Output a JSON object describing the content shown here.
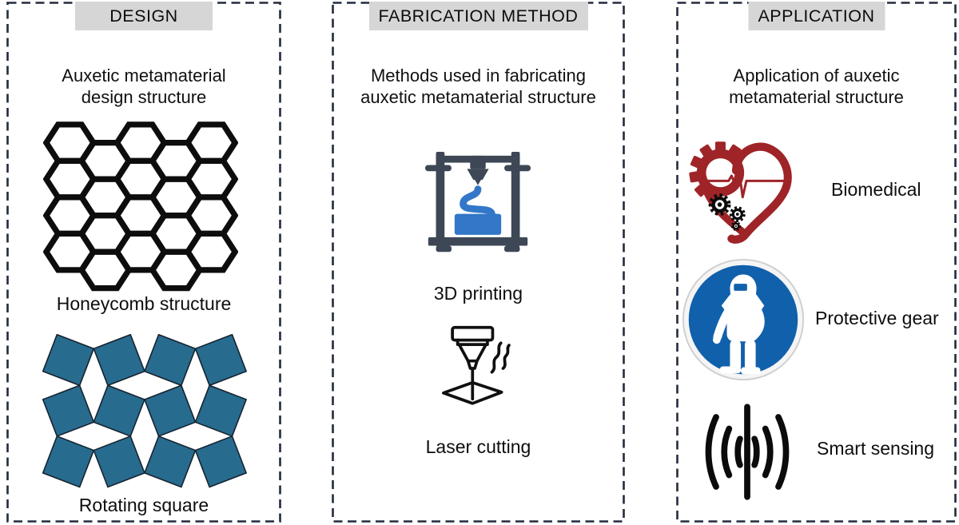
{
  "panels": [
    {
      "header": "DESIGN",
      "description": "Auxetic metamaterial design structure",
      "items": [
        {
          "label": "Honeycomb structure"
        },
        {
          "label": "Rotating square"
        }
      ]
    },
    {
      "header": "FABRICATION METHOD",
      "description": "Methods used in fabricating auxetic metamaterial structure",
      "items": [
        {
          "label": "3D printing"
        },
        {
          "label": "Laser cutting"
        }
      ]
    },
    {
      "header": "APPLICATION",
      "description": "Application of auxetic metamaterial structure",
      "items": [
        {
          "label": "Biomedical"
        },
        {
          "label": "Protective gear"
        },
        {
          "label": "Smart sensing"
        }
      ]
    }
  ],
  "colors": {
    "header_bg": "#d6d6d6",
    "panel_border": "#222b3c",
    "rotating_square": "#276b8f",
    "printer_frame": "#3d4755",
    "printer_material": "#3277c8",
    "biomedical_red": "#9e2428",
    "protective_blue": "#1160ab",
    "icon_black": "#0d0d0d"
  }
}
